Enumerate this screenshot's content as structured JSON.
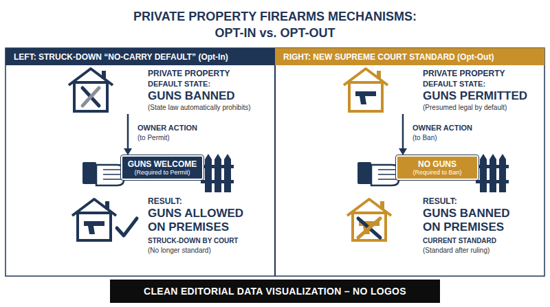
{
  "diagram": {
    "title": "PRIVATE PROPERTY FIREARMS MECHANISMS: OPT-IN vs. OPT-OUT",
    "caption": "CLEAN EDITORIAL DATA VISUALIZATION – NO LOGOS",
    "nodes": [
      {
        "text": [
          "LEFT: STRUCK-DOWN “NO-CARRY DEFAULT” (Opt-In)"
        ]
      },
      {
        "text": [
          "PRIVATE PROPERTY",
          "DEFAULT STATE:",
          "GUNS BANNED",
          "(State law automatically prohibits)"
        ]
      },
      {
        "text": [
          "GUNS WELCOME",
          "(Required to Permit)"
        ]
      },
      {
        "text": [
          "RESULT:",
          "GUNS ALLOWED ON PREMISES",
          "STRUCK-DOWN BY COURT",
          "(No longer standard)"
        ]
      },
      {
        "text": [
          "RIGHT: NEW SUPREME COURT STANDARD (Opt-Out)"
        ]
      },
      {
        "text": [
          "PRIVATE PROPERTY",
          "DEFAULT STATE:",
          "GUNS PERMITTED",
          "(Presumed legal by default)"
        ]
      },
      {
        "text": [
          "NO GUNS",
          "(Required to Ban)"
        ]
      },
      {
        "text": [
          "RESULT:",
          "GUNS BANNED ON PREMISES",
          "CURRENT STANDARD",
          "(Standard after ruling)"
        ]
      }
    ],
    "edges": [
      {
        "from": 1,
        "to": 2,
        "arrow": "to"
      },
      {
        "from": 5,
        "to": 6,
        "arrow": "to"
      }
    ],
    "labels": [
      "OWNER ACTION",
      "(to Permit)",
      "OWNER ACTION",
      "(to Ban)"
    ]
  }
}
